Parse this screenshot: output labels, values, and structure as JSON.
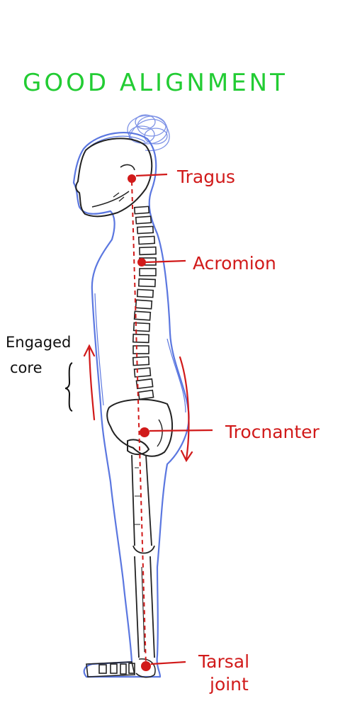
{
  "title": "GOOD ALIGNMENT",
  "labels": {
    "tragus": "Tragus",
    "acromion": "Acromion",
    "trocanter": "Trocnanter",
    "tarsal_line1": "Tarsal",
    "tarsal_line2": "joint",
    "core_line1": "Engaged",
    "core_line2": "core"
  },
  "colors": {
    "title": "#22cc33",
    "markers": "#d11a1a",
    "body_outline": "#5b77e0",
    "skeleton": "#222222",
    "text_dark": "#111111"
  }
}
